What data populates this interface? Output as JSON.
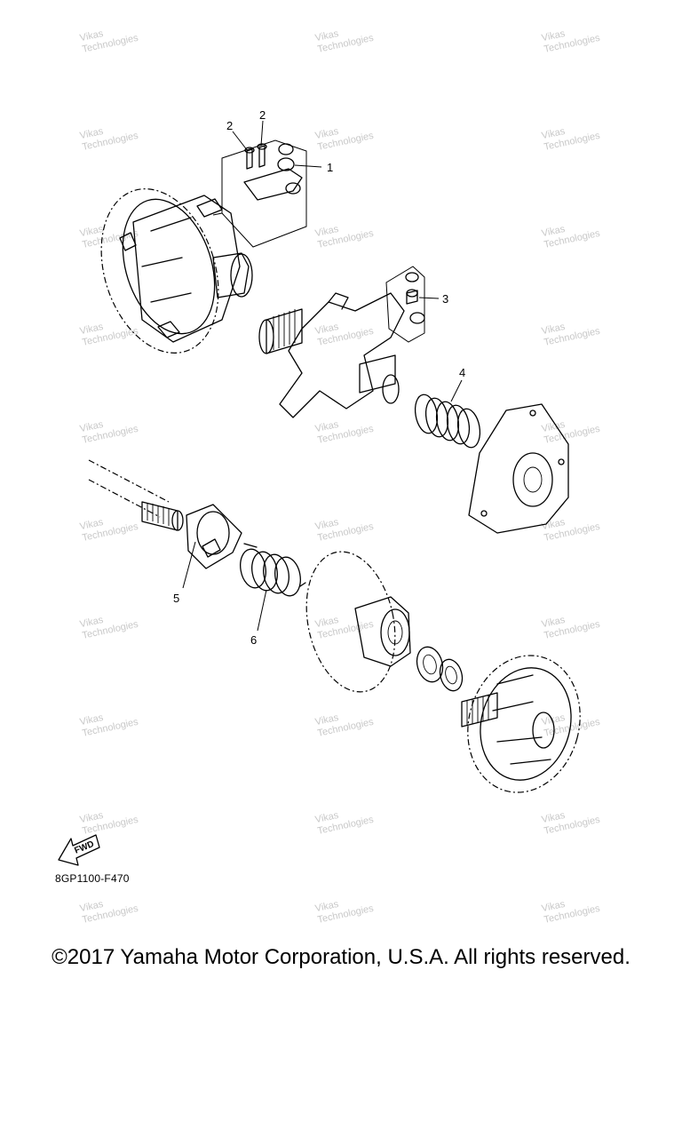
{
  "diagram": {
    "callouts": [
      {
        "id": "1",
        "label": "1"
      },
      {
        "id": "2a",
        "label": "2"
      },
      {
        "id": "2b",
        "label": "2"
      },
      {
        "id": "3",
        "label": "3"
      },
      {
        "id": "4",
        "label": "4"
      },
      {
        "id": "5",
        "label": "5"
      },
      {
        "id": "6",
        "label": "6"
      }
    ],
    "fwd_label": "FWD",
    "diagram_code": "8GP1100-F470",
    "watermark": [
      "Vikas",
      "Technologies"
    ]
  },
  "footer": {
    "copyright": "©2017 Yamaha Motor Corporation, U.S.A. All rights reserved."
  }
}
